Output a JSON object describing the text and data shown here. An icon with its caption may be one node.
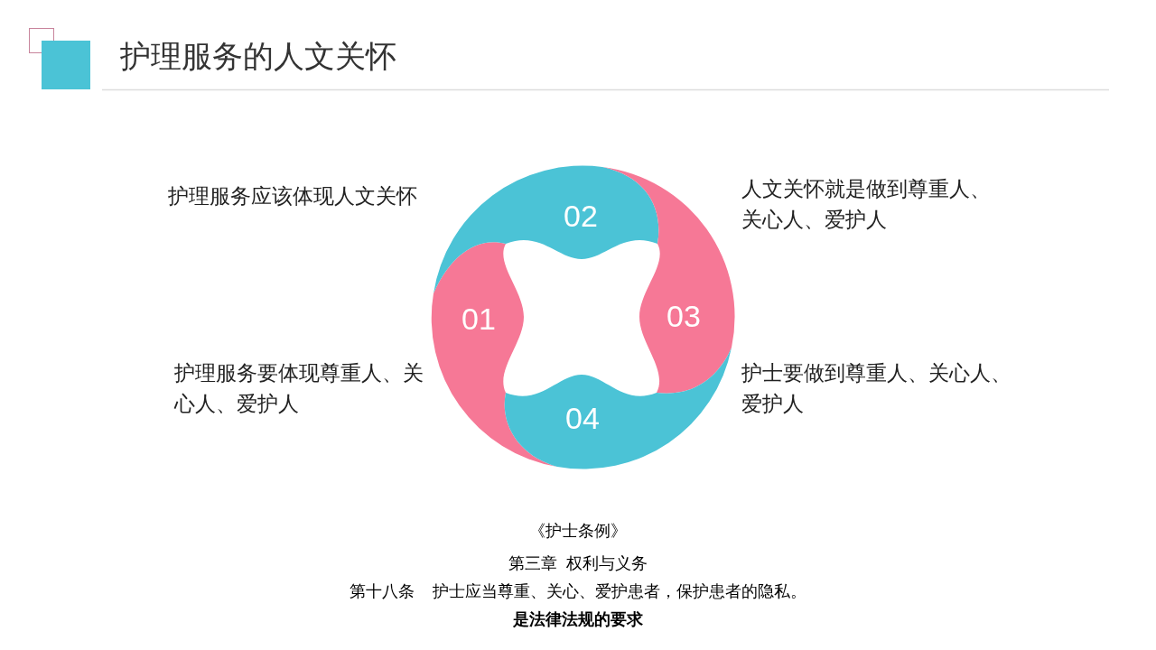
{
  "diagram": {
    "title": "护理服务的人文关怀",
    "nodes": [
      {
        "text": [
          "01"
        ]
      },
      {
        "text": [
          "02"
        ]
      },
      {
        "text": [
          "03"
        ]
      },
      {
        "text": [
          "04"
        ]
      }
    ],
    "labels": [
      "护理服务应该体现人文关怀",
      "人文关怀就是做到尊重人、关心人、爱护人",
      "护理服务要体现尊重人、关心人、爱护人",
      "护士要做到尊重人、关心人、爱护人",
      "《护士条例》",
      "第三章  权利与义务",
      "第十八条    护士应当尊重、关心、爱护患者，保护患者的隐私。",
      "是法律法规的要求"
    ]
  }
}
